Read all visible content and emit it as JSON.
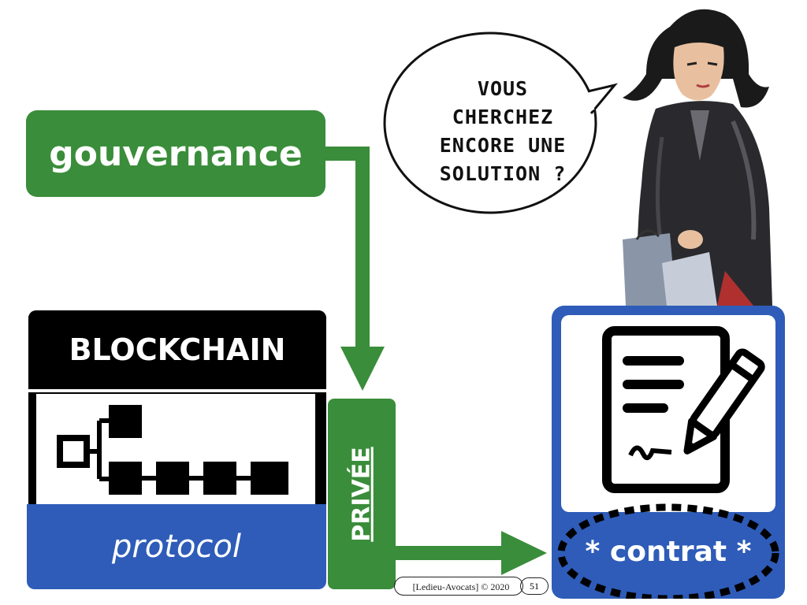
{
  "speech_bubble": {
    "lines": [
      "VOUS",
      "CHERCHEZ",
      "ENCORE UNE",
      "SOLUTION ?"
    ]
  },
  "governance": {
    "label": "gouvernance"
  },
  "blockchain": {
    "title": "BLOCKCHAIN",
    "protocol_label": "protocol",
    "chain_icon": "block-chain-icon"
  },
  "privee": {
    "label": "PRIVÉE"
  },
  "contract": {
    "label": "* contrat *",
    "icon": "contract-signature-icon"
  },
  "footer": {
    "credit": "[Ledieu-Avocats] © 2020",
    "page_number": "51"
  },
  "colors": {
    "green": "#3a8d3a",
    "blue": "#2e5cb8",
    "black": "#000000"
  }
}
